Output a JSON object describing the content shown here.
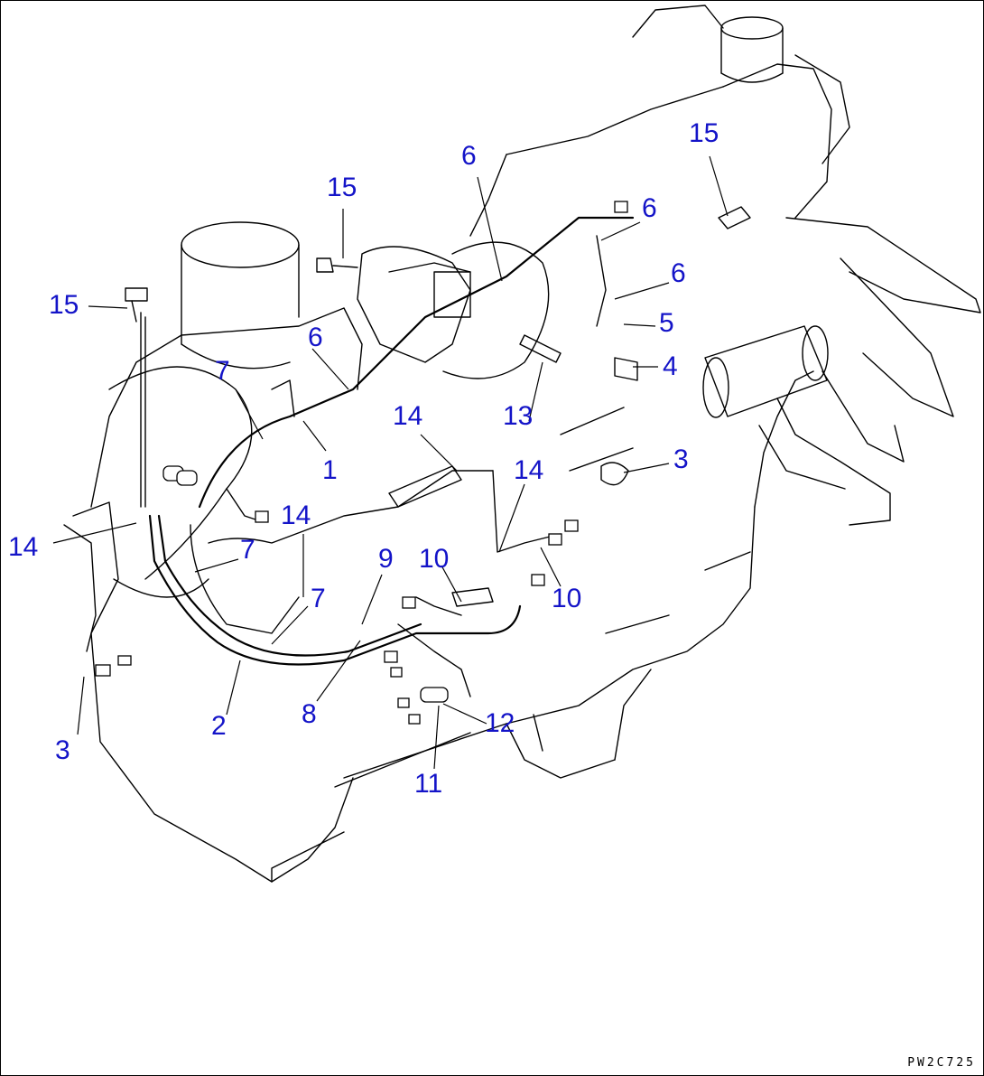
{
  "callouts": [
    {
      "id": "c15a",
      "text": "15"
    },
    {
      "id": "c15b",
      "text": "15"
    },
    {
      "id": "c15c",
      "text": "15"
    },
    {
      "id": "c6a",
      "text": "6"
    },
    {
      "id": "c6b",
      "text": "6"
    },
    {
      "id": "c6c",
      "text": "6"
    },
    {
      "id": "c6d",
      "text": "6"
    },
    {
      "id": "c5",
      "text": "5"
    },
    {
      "id": "c4",
      "text": "4"
    },
    {
      "id": "c7a",
      "text": "7"
    },
    {
      "id": "c7b",
      "text": "7"
    },
    {
      "id": "c7c",
      "text": "7"
    },
    {
      "id": "c1",
      "text": "1"
    },
    {
      "id": "c14a",
      "text": "14"
    },
    {
      "id": "c14b",
      "text": "14"
    },
    {
      "id": "c14c",
      "text": "14"
    },
    {
      "id": "c14d",
      "text": "14"
    },
    {
      "id": "c13",
      "text": "13"
    },
    {
      "id": "c3a",
      "text": "3"
    },
    {
      "id": "c3b",
      "text": "3"
    },
    {
      "id": "c9",
      "text": "9"
    },
    {
      "id": "c10a",
      "text": "10"
    },
    {
      "id": "c10b",
      "text": "10"
    },
    {
      "id": "c2",
      "text": "2"
    },
    {
      "id": "c8",
      "text": "8"
    },
    {
      "id": "c12",
      "text": "12"
    },
    {
      "id": "c11",
      "text": "11"
    }
  ],
  "drawing_code": "PW2C725",
  "colors": {
    "callout": "#1414c8",
    "line": "#000000",
    "background": "#ffffff"
  }
}
